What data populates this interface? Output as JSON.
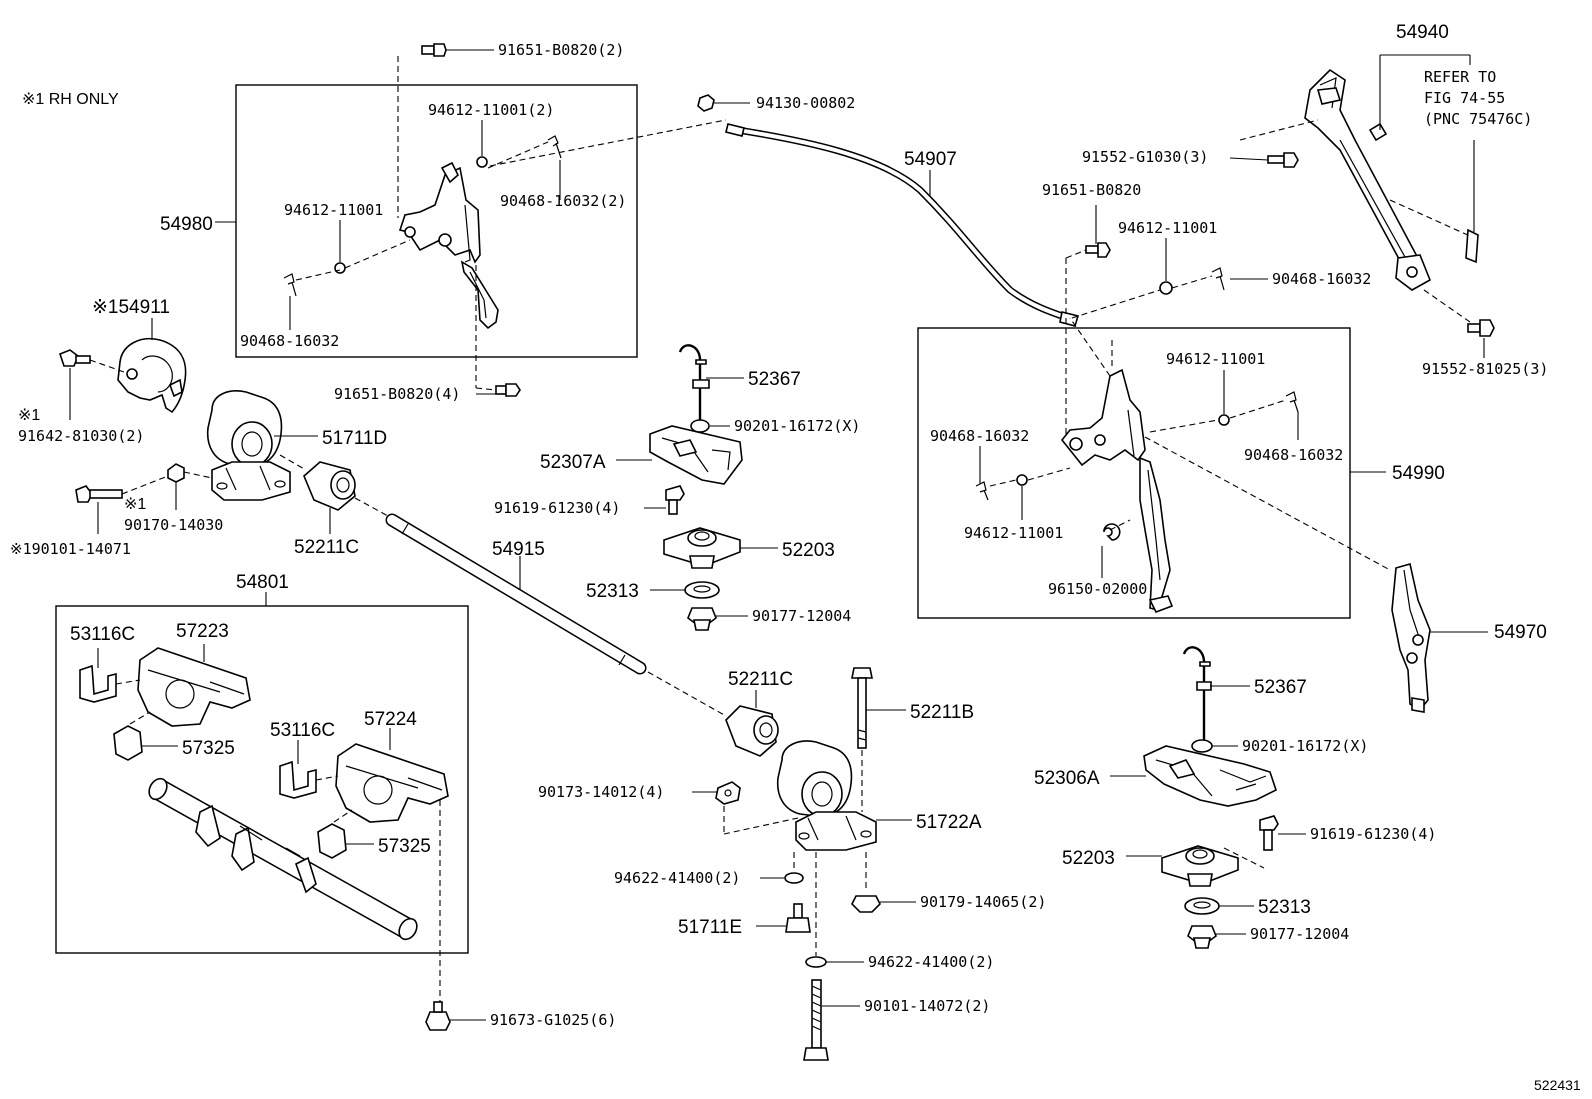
{
  "notes": {
    "rh_only": "※1 RH ONLY",
    "refer_1": "REFER TO",
    "refer_2": "FIG 74-55",
    "refer_3": "(PNC 75476C)",
    "figure_number": "522431"
  },
  "labels": {
    "p91651_b0820_2": "91651-B0820(2)",
    "p94612_11001_2": "94612-11001(2)",
    "p94130_00802": "94130-00802",
    "p54907": "54907",
    "p54940": "54940",
    "p91552_g1030_3": "91552-G1030(3)",
    "p91651_b0820_r": "91651-B0820",
    "p94612_11001_r1": "94612-11001",
    "p90468_16032_r1": "90468-16032",
    "p91552_81025_3": "91552-81025(3)",
    "p54980": "54980",
    "p94612_11001_l": "94612-11001",
    "p90468_16032_2": "90468-16032(2)",
    "p90468_16032_l": "90468-16032",
    "p91651_b0820_4": "91651-B0820(4)",
    "p54911": "※154911",
    "p91642_note": "※1",
    "p91642_81030_2": "91642-81030(2)",
    "p51711d": "51711D",
    "p90170_note": "※1",
    "p90170_14030": "90170-14030",
    "p90101_14071": "※190101-14071",
    "p52211c_l": "52211C",
    "p52367_l": "52367",
    "p90201_16172_l": "90201-16172(X)",
    "p52307a": "52307A",
    "p91619_61230_l": "91619-61230(4)",
    "p52203_l": "52203",
    "p52313_l": "52313",
    "p90177_12004_l": "90177-12004",
    "p54915": "54915",
    "p94612_11001_r2": "94612-11001",
    "p90468_16032_r2": "90468-16032",
    "p90468_16032_r3": "90468-16032",
    "p54990": "54990",
    "p94612_11001_r3": "94612-11001",
    "p96150_02000": "96150-02000",
    "p54970": "54970",
    "p54801": "54801",
    "p53116c_1": "53116C",
    "p57223": "57223",
    "p57325_1": "57325",
    "p53116c_2": "53116C",
    "p57224": "57224",
    "p57325_2": "57325",
    "p52211c_m": "52211C",
    "p52211b": "52211B",
    "p90173_14012_4": "90173-14012(4)",
    "p51722a": "51722A",
    "p94622_41400_a": "94622-41400(2)",
    "p90179_14065_2": "90179-14065(2)",
    "p51711e": "51711E",
    "p94622_41400_b": "94622-41400(2)",
    "p90101_14072_2": "90101-14072(2)",
    "p91673_g1025_6": "91673-G1025(6)",
    "p52367_r": "52367",
    "p90201_16172_r": "90201-16172(X)",
    "p52306a": "52306A",
    "p91619_61230_r": "91619-61230(4)",
    "p52203_r": "52203",
    "p52313_r": "52313",
    "p90177_12004_r": "90177-12004"
  }
}
